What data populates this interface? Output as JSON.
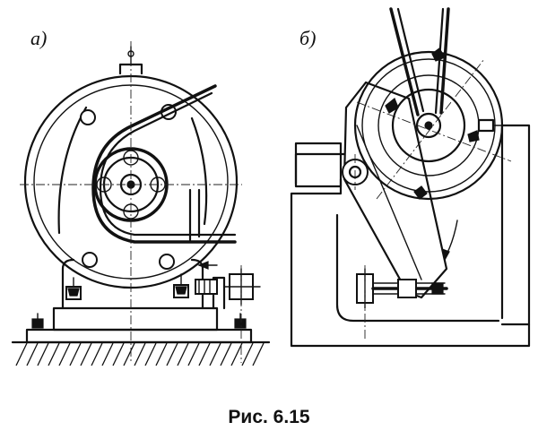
{
  "figure": {
    "label_a": "a)",
    "label_b": "б)",
    "caption": "Рис. 6.15"
  }
}
